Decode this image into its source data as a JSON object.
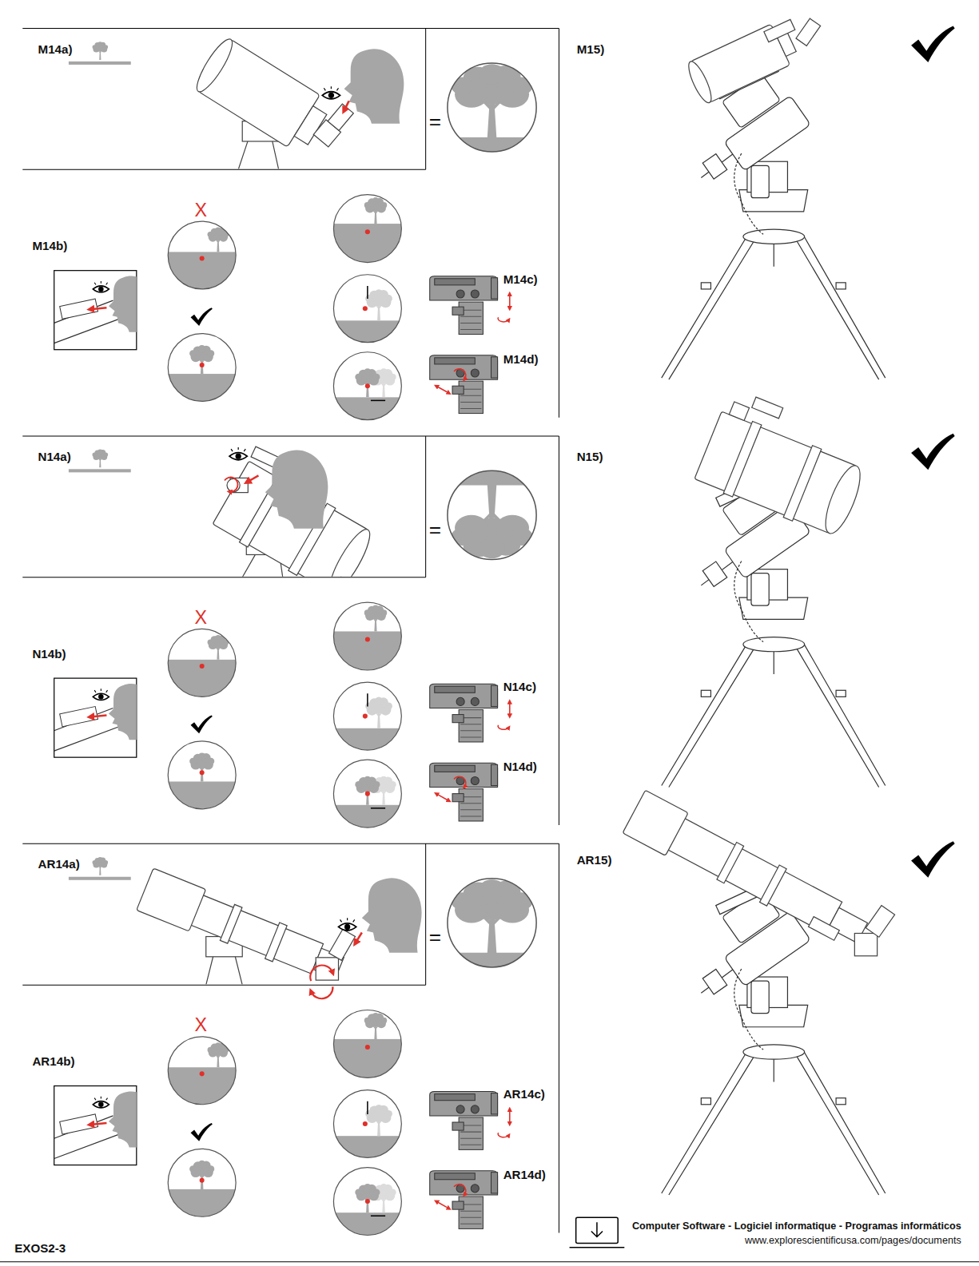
{
  "diagram": {
    "labels": [
      "M14a)",
      "=",
      "M14b)",
      "X",
      "M14c)",
      "M14d)",
      "M15)",
      "N14a)",
      "=",
      "N14b)",
      "X",
      "N14c)",
      "N14d)",
      "N15)",
      "AR14a)",
      "=",
      "AR14b)",
      "X",
      "AR14c)",
      "AR14d)",
      "AR15)",
      "EXOS2-3",
      "Computer Software - Logiciel informatique - Programas informáticos",
      "www.explorescientificusa.com/pages/documents"
    ]
  }
}
